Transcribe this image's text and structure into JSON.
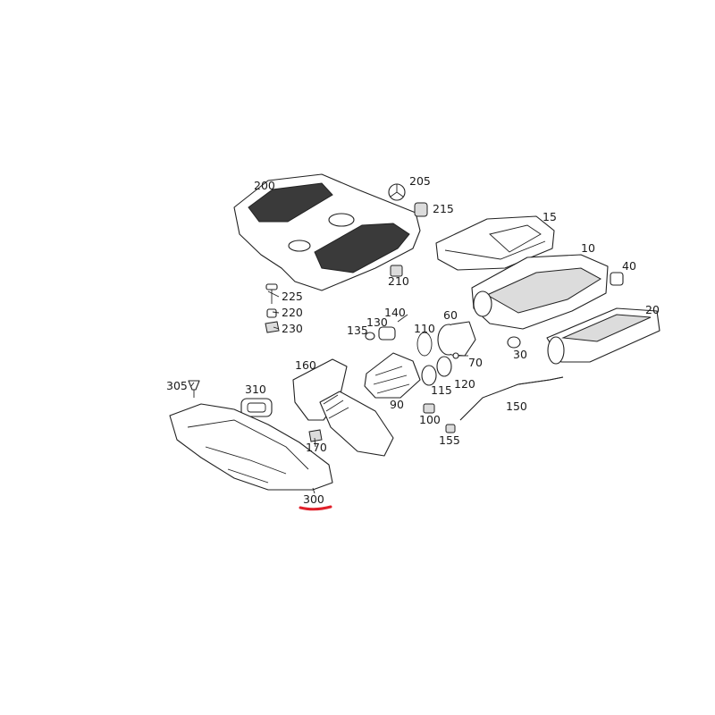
{
  "highlight_color": "#e0202a",
  "highlighted_part": "300",
  "callouts": [
    {
      "id": "200",
      "label": "200"
    },
    {
      "id": "205",
      "label": "205"
    },
    {
      "id": "215",
      "label": "215"
    },
    {
      "id": "15",
      "label": "15"
    },
    {
      "id": "10",
      "label": "10"
    },
    {
      "id": "40",
      "label": "40"
    },
    {
      "id": "210",
      "label": "210"
    },
    {
      "id": "225",
      "label": "225"
    },
    {
      "id": "220",
      "label": "220"
    },
    {
      "id": "230",
      "label": "230"
    },
    {
      "id": "140",
      "label": "140"
    },
    {
      "id": "130",
      "label": "130"
    },
    {
      "id": "135",
      "label": "135"
    },
    {
      "id": "60",
      "label": "60"
    },
    {
      "id": "110",
      "label": "110"
    },
    {
      "id": "20",
      "label": "20"
    },
    {
      "id": "30",
      "label": "30"
    },
    {
      "id": "70",
      "label": "70"
    },
    {
      "id": "160",
      "label": "160"
    },
    {
      "id": "120",
      "label": "120"
    },
    {
      "id": "115",
      "label": "115"
    },
    {
      "id": "305",
      "label": "305"
    },
    {
      "id": "310",
      "label": "310"
    },
    {
      "id": "90",
      "label": "90"
    },
    {
      "id": "150",
      "label": "150"
    },
    {
      "id": "100",
      "label": "100"
    },
    {
      "id": "155",
      "label": "155"
    },
    {
      "id": "170",
      "label": "170"
    },
    {
      "id": "300",
      "label": "300"
    }
  ]
}
